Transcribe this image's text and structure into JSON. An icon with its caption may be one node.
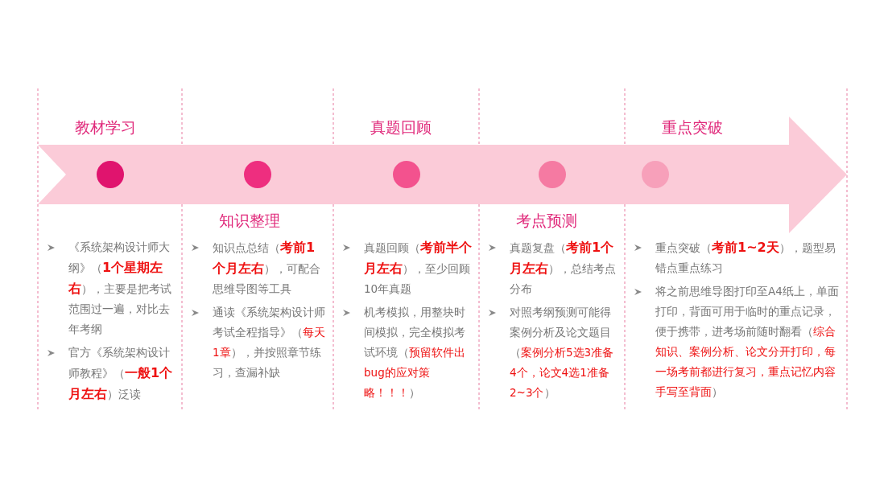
{
  "diagram": {
    "nodes": [
      {
        "text": [
          "教材学习",
          "《系统架构设计师大纲》（**1个星期左右**），主要是把考试范围过一遍，对比去年考纲",
          "官方《系统架构设计师教程》（**一般1个月左右**）泛读"
        ]
      },
      {
        "text": [
          "知识整理",
          "知识点总结（**考前1个月左右**），可配合思维导图等工具",
          "通读《系统架构设计师考试全程指导》（*每天1章*），并按照章节练习，查漏补缺"
        ]
      },
      {
        "text": [
          "真题回顾",
          "真题回顾（**考前半个月左右**），至少回顾10年真题",
          "机考模拟，用整块时间模拟，完全模拟考试环境（*预留软件出bug的应对策略！！！*）"
        ]
      },
      {
        "text": [
          "考点预测",
          "真题复盘（**考前1个月左右**），总结考点分布",
          "对照考纲预测可能得案例分析及论文题目（*案例分析5选3准备4个，论文4选1准备2~3个*）"
        ]
      },
      {
        "text": [
          "重点突破",
          "重点突破（**考前1~2天**），题型易错点重点练习",
          "将之前思维导图打印至A4纸上，单面打印，背面可用于临时的重点记录，便于携带，进考场前随时翻看（*综合知识、案例分析、论文分开打印，每一场考前都进行复习，重点记忆内容手写至背面*）"
        ]
      }
    ]
  }
}
